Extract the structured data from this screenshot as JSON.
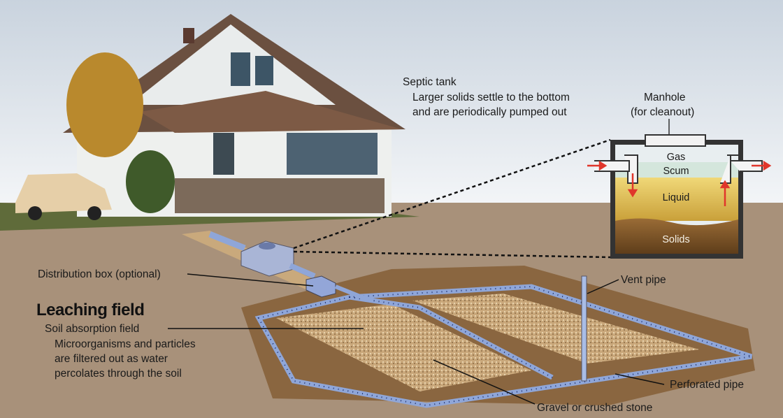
{
  "septic_tank": {
    "title": "Septic tank",
    "desc_line1": "Larger solids settle to the bottom",
    "desc_line2": "and are periodically pumped out",
    "manhole_line1": "Manhole",
    "manhole_line2": "(for cleanout)",
    "layers": {
      "gas": "Gas",
      "scum": "Scum",
      "liquid": "Liquid",
      "solids": "Solids"
    }
  },
  "labels": {
    "distribution_box": "Distribution box (optional)",
    "vent_pipe": "Vent pipe",
    "leaching_field": "Leaching field",
    "soil_absorption": "Soil absorption field",
    "soil_desc_line1": "Microorganisms and particles",
    "soil_desc_line2": "are filtered out as water",
    "soil_desc_line3": "percolates through the soil",
    "perforated_pipe": "Perforated pipe",
    "gravel": "Gravel or crushed stone"
  },
  "colors": {
    "flow_arrow": "#e0362b",
    "liquid": "#d8b54a",
    "solids": "#7a5326",
    "pipe": "#8fa6d8"
  }
}
